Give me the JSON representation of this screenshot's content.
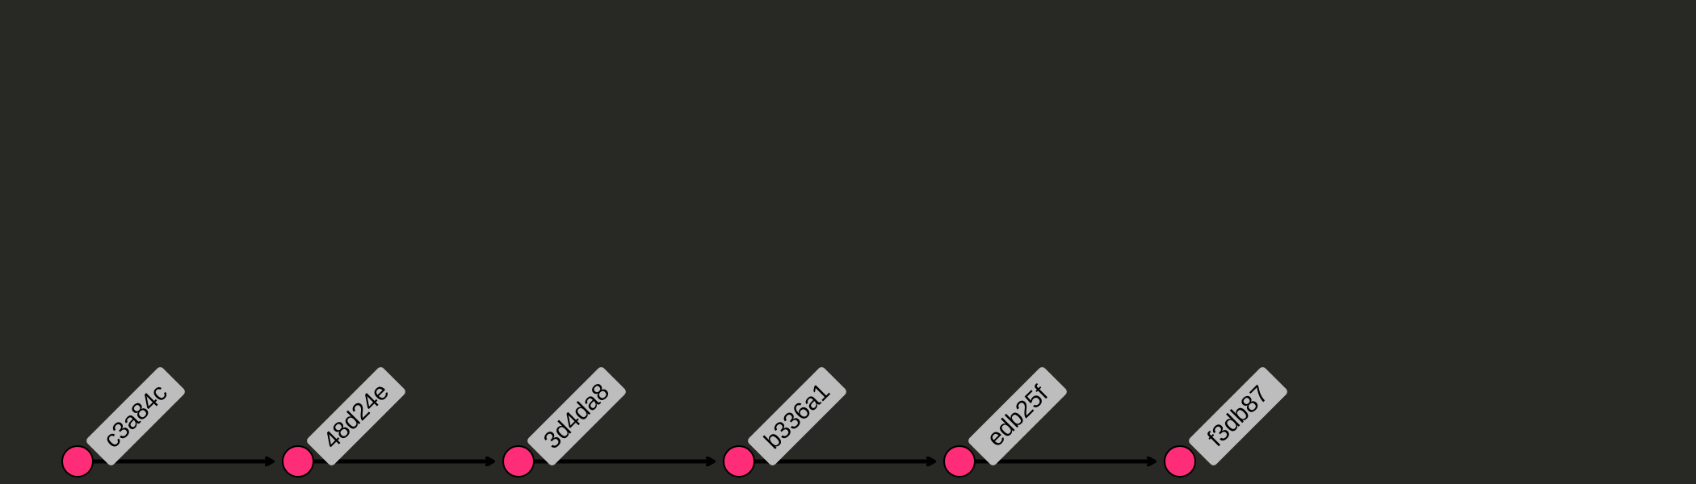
{
  "title": "",
  "colors": {
    "background": "#282824",
    "commit_fill": "#ff2c78",
    "commit_stroke": "#000000",
    "arrow": "#000000",
    "label_bg": "#bdbdbd",
    "label_text": "#000000"
  },
  "commits": [
    {
      "id": "c3a84c"
    },
    {
      "id": "48d24e"
    },
    {
      "id": "3d4da8"
    },
    {
      "id": "b336a1"
    },
    {
      "id": "edb25f"
    },
    {
      "id": "f3db87"
    }
  ]
}
